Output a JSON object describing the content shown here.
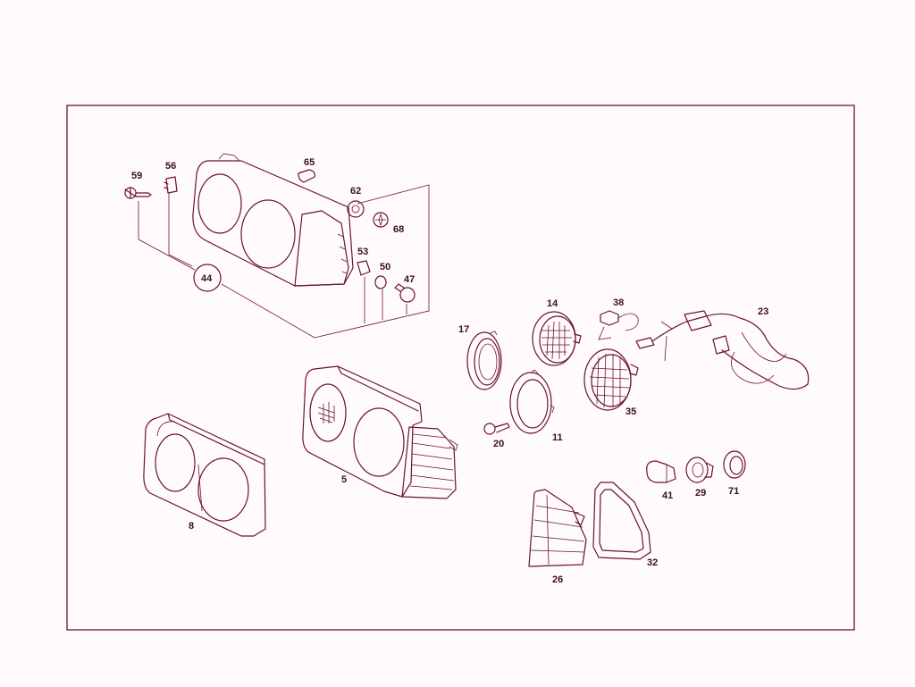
{
  "colors": {
    "line": "#6b1230",
    "text": "#3a0f1e",
    "background": "#fffafd"
  },
  "callouts": [
    {
      "id": "59",
      "label": "59"
    },
    {
      "id": "56",
      "label": "56"
    },
    {
      "id": "65",
      "label": "65"
    },
    {
      "id": "62",
      "label": "62"
    },
    {
      "id": "68",
      "label": "68"
    },
    {
      "id": "53",
      "label": "53"
    },
    {
      "id": "50",
      "label": "50"
    },
    {
      "id": "47",
      "label": "47"
    },
    {
      "id": "44",
      "label": "44"
    },
    {
      "id": "17",
      "label": "17"
    },
    {
      "id": "14",
      "label": "14"
    },
    {
      "id": "38",
      "label": "38"
    },
    {
      "id": "23",
      "label": "23"
    },
    {
      "id": "35",
      "label": "35"
    },
    {
      "id": "11",
      "label": "11"
    },
    {
      "id": "20",
      "label": "20"
    },
    {
      "id": "5",
      "label": "5"
    },
    {
      "id": "8",
      "label": "8"
    },
    {
      "id": "41",
      "label": "41"
    },
    {
      "id": "29",
      "label": "29"
    },
    {
      "id": "71",
      "label": "71"
    },
    {
      "id": "26",
      "label": "26"
    },
    {
      "id": "32",
      "label": "32"
    }
  ]
}
